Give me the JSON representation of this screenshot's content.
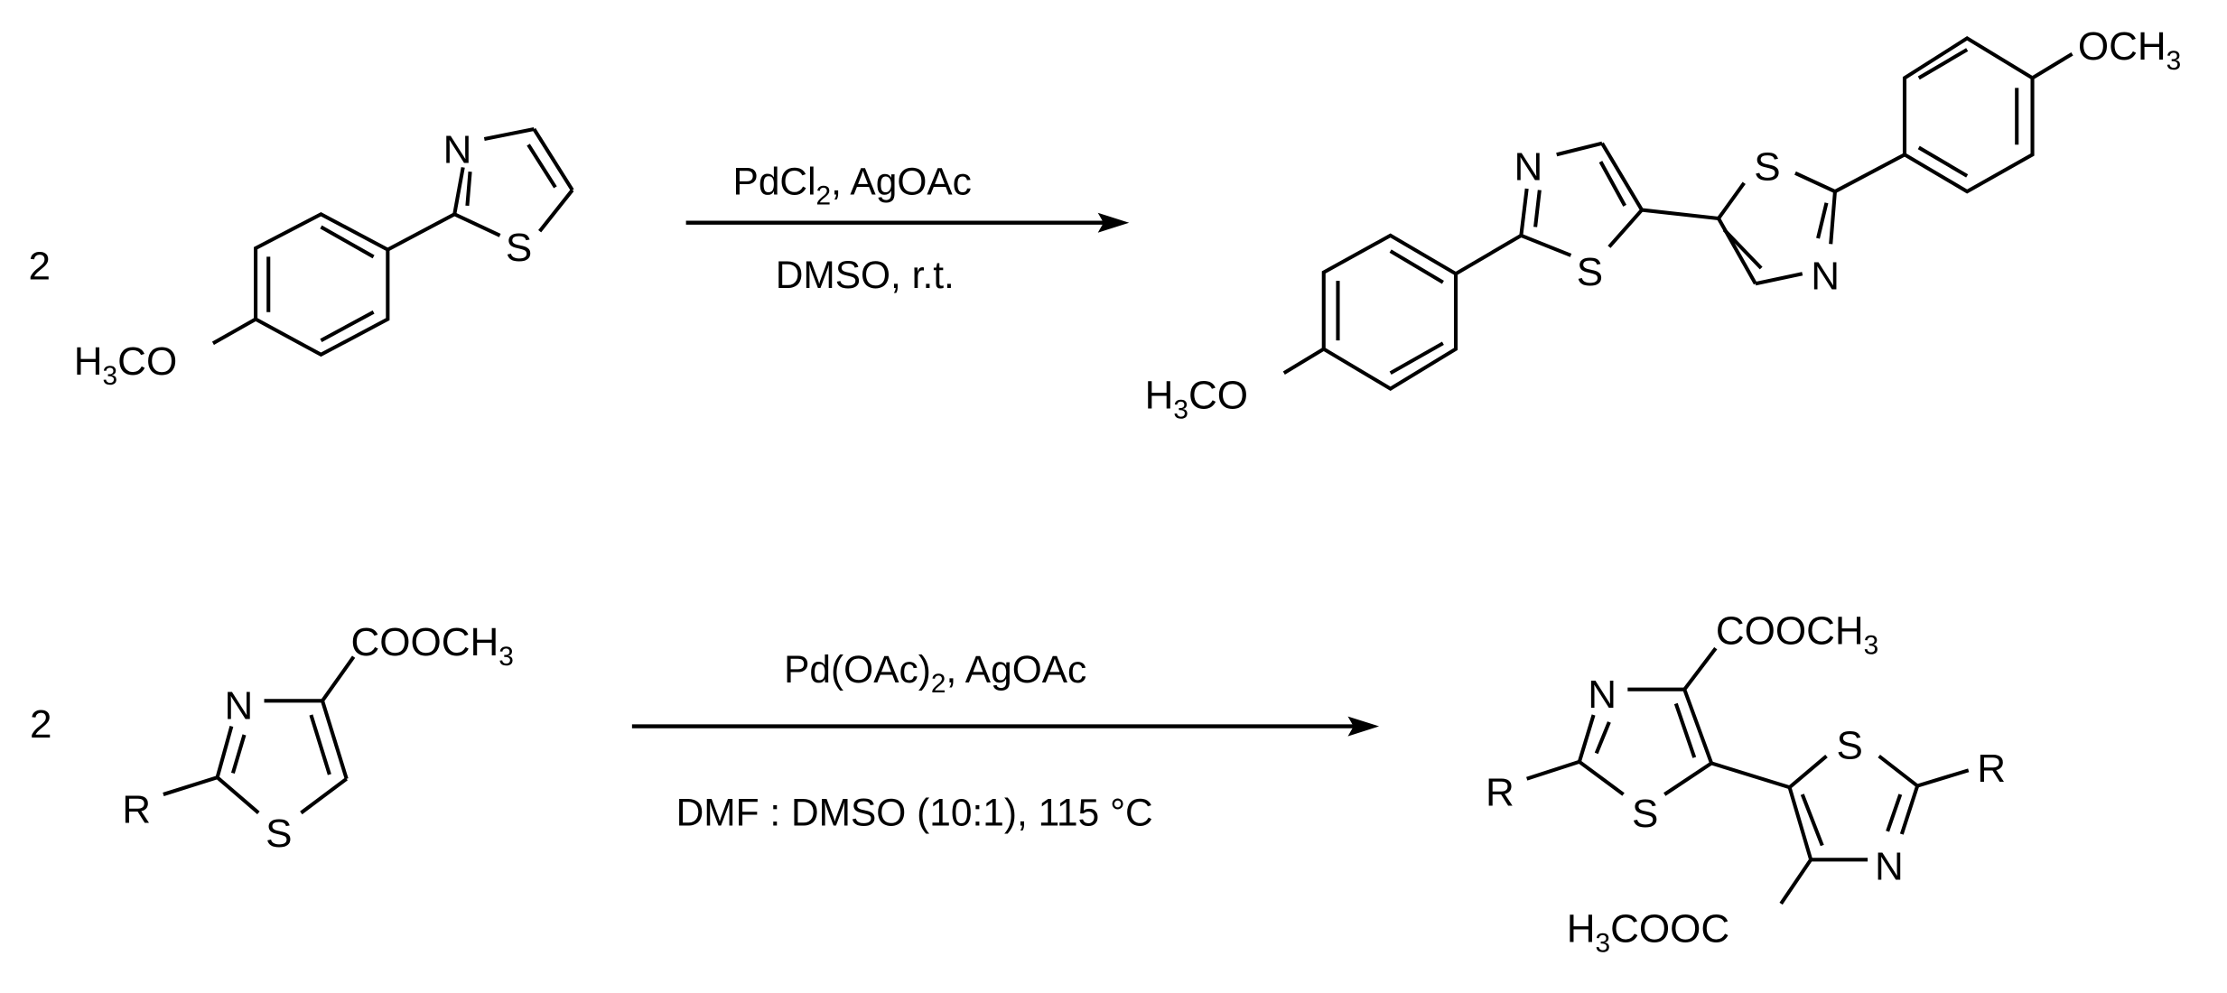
{
  "scheme": {
    "background": "#ffffff",
    "ink": "#000000",
    "reactions": [
      {
        "stoichiometry": "2",
        "reactant": {
          "name": "2-(4-methoxyphenyl)thiazole",
          "atoms": {
            "n": "N",
            "s": "S"
          },
          "substituent": {
            "main": "H",
            "sub": "3",
            "rest": "CO"
          }
        },
        "conditions": {
          "above": {
            "pre": "PdCl",
            "sub": "2",
            "post": ", AgOAc"
          },
          "below": "DMSO, r.t."
        },
        "product": {
          "name": "5,5'-bis[2-(4-methoxyphenyl)thiazole]",
          "atoms": {
            "n1": "N",
            "s1": "S",
            "s2": "S",
            "n2": "N"
          },
          "left_substituent": {
            "main": "H",
            "sub": "3",
            "rest": "CO"
          },
          "right_substituent": {
            "main": "OCH",
            "sub": "3"
          }
        }
      },
      {
        "stoichiometry": "2",
        "reactant": {
          "name": "methyl 2-R-thiazole-4-carboxylate",
          "atoms": {
            "n": "N",
            "s": "S",
            "r": "R"
          },
          "substituent": {
            "main": "COOCH",
            "sub": "3"
          }
        },
        "conditions": {
          "above": {
            "pre": "Pd(OAc)",
            "sub": "2",
            "post": ", AgOAc"
          },
          "below": "DMF : DMSO (10:1), 115 °C"
        },
        "product": {
          "name": "dimethyl 2,2'-di-R-5,5'-bithiazole-4,4'-dicarboxylate",
          "atoms": {
            "n1": "N",
            "s1": "S",
            "r1": "R",
            "s2": "S",
            "n2": "N",
            "r2": "R"
          },
          "top_substituent": {
            "main": "COOCH",
            "sub": "3"
          },
          "bottom_substituent": {
            "pre": "H",
            "sub": "3",
            "post": "COOC"
          }
        }
      }
    ]
  }
}
